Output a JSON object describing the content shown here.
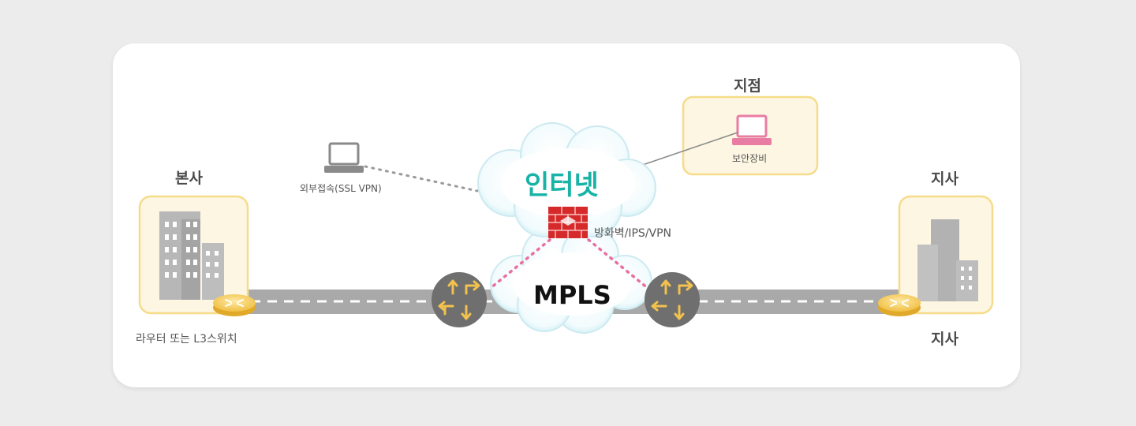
{
  "labels": {
    "hq": "본사",
    "branch_office": "지점",
    "branch_top": "지사",
    "branch_bottom": "지사",
    "external_access": "외부접속(SSL VPN)",
    "security_device": "보안장비",
    "internet": "인터넷",
    "firewall": "방화벽/IPS/VPN",
    "mpls": "MPLS",
    "router_switch": "라우터 또는 L3스위치"
  },
  "colors": {
    "internet_text": "#17b3a6",
    "box_border": "#f6dc8a",
    "box_fill": "#fdf6e2",
    "firewall": "#d62a2a",
    "pink_link": "#e96fa0",
    "router_core": "#6f6f6f",
    "router_edge": "#f2c14e"
  }
}
